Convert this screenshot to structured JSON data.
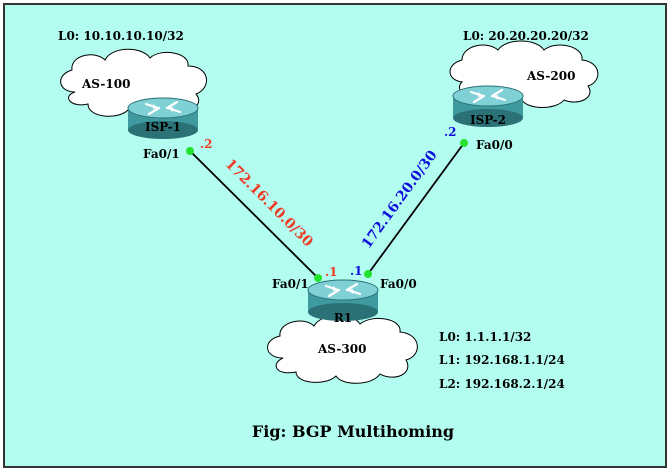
{
  "colors": {
    "background": "#b3fdf0",
    "border": "#333333",
    "cloud_fill": "#ffffff",
    "router_body": "#3f9aa0",
    "router_top": "#7fd1d6",
    "router_dark": "#2b7277",
    "link": "#000000",
    "port_dot": "#22e22e",
    "isp1_subnet": "#ee3b24",
    "isp2_subnet": "#1010dd",
    "text": "#000000"
  },
  "icons": {
    "router": "router-icon",
    "cloud": "cloud-shape"
  },
  "nodes": {
    "isp1": {
      "name": "ISP-1",
      "as": "AS-100",
      "loopbacks": [
        "L0: 10.10.10.10/32"
      ],
      "port": "Fa0/1",
      "port_ip": ".2"
    },
    "isp2": {
      "name": "ISP-2",
      "as": "AS-200",
      "loopbacks": [
        "L0: 20.20.20.20/32"
      ],
      "port": "Fa0/0",
      "port_ip": ".2"
    },
    "r1": {
      "name": "R1",
      "as": "AS-300",
      "loopbacks": [
        "L0: 1.1.1.1/32",
        "L1: 192.168.1.1/24",
        "L2: 192.168.2.1/24"
      ],
      "port_left": "Fa0/1",
      "port_left_ip": ".1",
      "port_right": "Fa0/0",
      "port_right_ip": ".1"
    }
  },
  "links": {
    "isp1_r1": {
      "subnet": "172.16.10.0/30"
    },
    "isp2_r1": {
      "subnet": "172.16.20.0/30"
    }
  },
  "caption": "Fig: BGP Multihoming"
}
